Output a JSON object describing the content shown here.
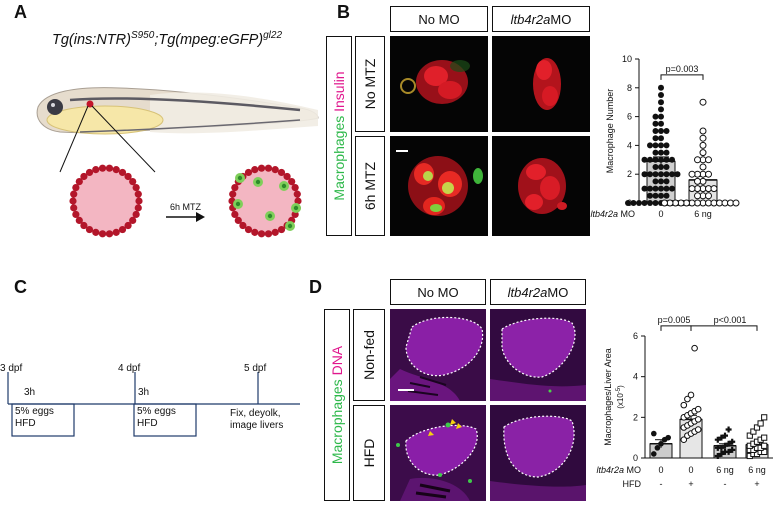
{
  "panels": {
    "A": {
      "label": "A",
      "genotype_prefix": "Tg(ins:NTR)",
      "genotype_sup1": "S950",
      "genotype_mid": ";Tg(mpeg:eGFP)",
      "genotype_sup2": "gl22",
      "treatment": "6h MTZ"
    },
    "B": {
      "label": "B",
      "col_headers": [
        "No MO",
        "ltb4r2a MO"
      ],
      "col2_italic": "ltb4r2a",
      "col2_rest": " MO",
      "row_headers": [
        "No MTZ",
        "6h MTZ"
      ],
      "stain_label_green": "Macrophages",
      "stain_label_magenta": "Insulin"
    },
    "C": {
      "label": "C",
      "days": [
        "3 dpf",
        "4 dpf",
        "5 dpf"
      ],
      "duration": "3h",
      "feed_line1": "5% eggs",
      "feed_line2": "HFD",
      "end_line1": "Fix, deyolk,",
      "end_line2": "image livers"
    },
    "D": {
      "label": "D",
      "col_headers": [
        "No MO",
        "ltb4r2a MO"
      ],
      "col2_italic": "ltb4r2a",
      "col2_rest": " MO",
      "row_headers": [
        "Non-fed",
        "HFD"
      ],
      "stain_label_green": "Macrophages",
      "stain_label_magenta": "DNA"
    }
  },
  "chart_data": [
    {
      "type": "bar",
      "panel": "B",
      "ylabel": "Macrophage Number",
      "ylim": [
        0,
        10
      ],
      "yticks": [
        0,
        2,
        4,
        6,
        8,
        10
      ],
      "row_label_italic": "ltb4r2a",
      "row_label_rest": " MO",
      "categories": [
        "0",
        "6 ng"
      ],
      "values": [
        2.9,
        1.6
      ],
      "errors": [
        0.3,
        0.25
      ],
      "annotation": "p=0.003",
      "points": [
        [
          0,
          0,
          0,
          0,
          0,
          0,
          0,
          0,
          0,
          0,
          0,
          0,
          0.5,
          0.5,
          0.5,
          0.5,
          1,
          1,
          1,
          1,
          1,
          1,
          1.5,
          1.5,
          1.5,
          2,
          2,
          2,
          2,
          2,
          2,
          2,
          2.5,
          2.5,
          2.5,
          3,
          3,
          3,
          3,
          3,
          3,
          3.5,
          3.5,
          3.5,
          4,
          4,
          4,
          4,
          4.5,
          4.5,
          5,
          5,
          5,
          5.5,
          5.5,
          6,
          6,
          6.5,
          7,
          7.5,
          8
        ],
        [
          0,
          0,
          0,
          0,
          0,
          0,
          0,
          0,
          0,
          0,
          0,
          0,
          0,
          0,
          0.5,
          0.5,
          0.5,
          1,
          1,
          1,
          1,
          1,
          1.5,
          1.5,
          2,
          2,
          2,
          2,
          2.5,
          3,
          3,
          3,
          3.5,
          4,
          4.5,
          5,
          7
        ]
      ]
    },
    {
      "type": "bar",
      "panel": "D",
      "ylabel": "Macrophages/Liver Area",
      "ylabel_unit_prefix": "(x10",
      "ylabel_unit_exp": "-5",
      "ylabel_unit_suffix": ")",
      "ylim": [
        0,
        6
      ],
      "yticks": [
        0,
        2,
        4,
        6
      ],
      "row_label_italic": "ltb4r2a",
      "row_label_rest": " MO",
      "row2_label": "HFD",
      "categories": [
        "0",
        "0",
        "6 ng",
        "6 ng"
      ],
      "hfd": [
        "-",
        "+",
        "-",
        "+"
      ],
      "values": [
        0.7,
        1.9,
        0.6,
        0.65
      ],
      "errors": [
        0.2,
        0.2,
        0.1,
        0.08
      ],
      "annotations": [
        "p=0.005",
        "p<0.001"
      ],
      "markers": [
        "circle-filled",
        "circle-open",
        "plus",
        "square-open"
      ],
      "points": [
        [
          0.2,
          0.5,
          0.7,
          0.9,
          1.0,
          1.2
        ],
        [
          0.9,
          1.1,
          1.2,
          1.3,
          1.4,
          1.5,
          1.6,
          1.7,
          1.8,
          1.9,
          2.0,
          2.1,
          2.2,
          2.3,
          2.4,
          2.6,
          2.9,
          3.1,
          5.4
        ],
        [
          0.1,
          0.2,
          0.3,
          0.3,
          0.4,
          0.5,
          0.5,
          0.6,
          0.7,
          0.8,
          0.9,
          1.0,
          1.1,
          1.4
        ],
        [
          0.1,
          0.2,
          0.2,
          0.3,
          0.3,
          0.4,
          0.4,
          0.5,
          0.5,
          0.6,
          0.6,
          0.7,
          0.8,
          0.9,
          1.0,
          1.1,
          1.3,
          1.5,
          1.7,
          2.0
        ]
      ]
    }
  ],
  "colors": {
    "green": "#2db84a",
    "magenta": "#e0168d",
    "islet_red": "#b3162a",
    "islet_fill": "#f2b3bf",
    "macrophage_green": "#6fcf4a",
    "liver_purple": "#8b1ea8"
  }
}
